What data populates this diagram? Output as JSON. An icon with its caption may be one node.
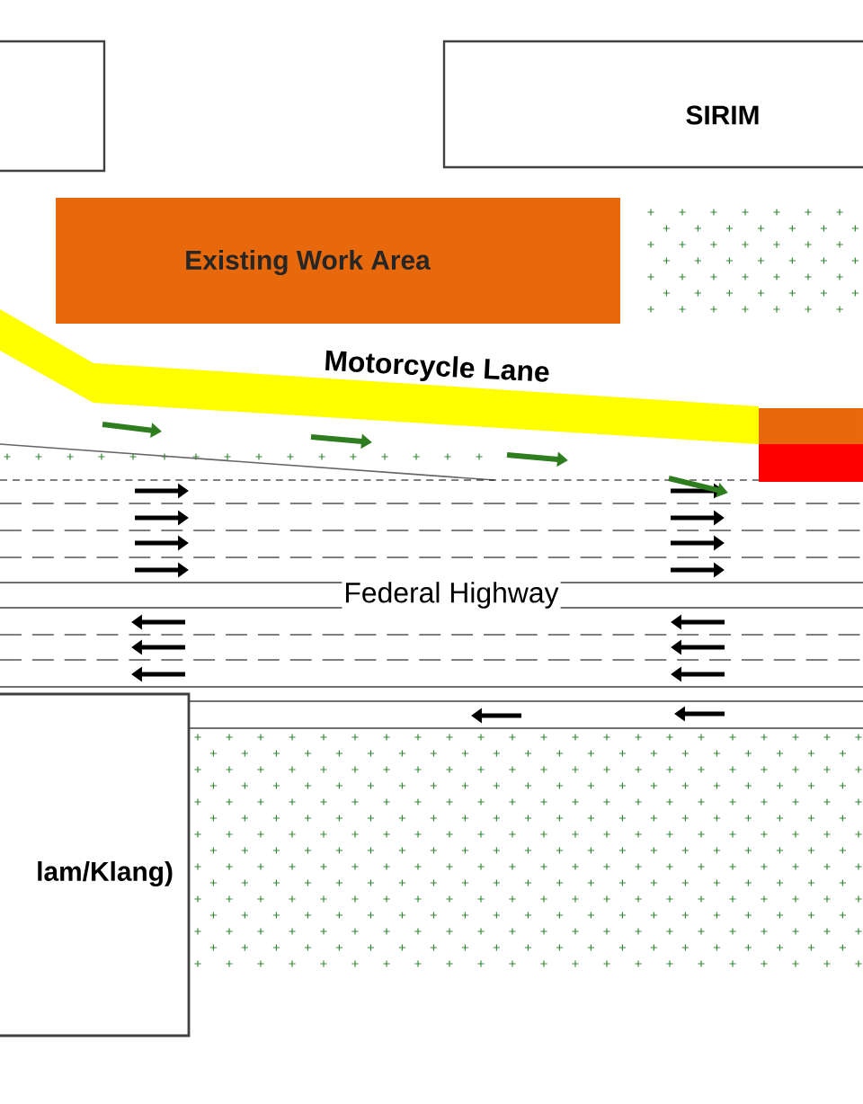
{
  "diagram": {
    "nodes": [
      {
        "text": [],
        "shape": "box"
      },
      {
        "text": [
          "SIRIM"
        ]
      },
      {
        "text": [
          "Existing Work Area"
        ]
      },
      {
        "text": [
          "lam/Klang)"
        ]
      }
    ],
    "labels": [
      "Motorcycle Lane",
      "Federal Highway"
    ]
  }
}
